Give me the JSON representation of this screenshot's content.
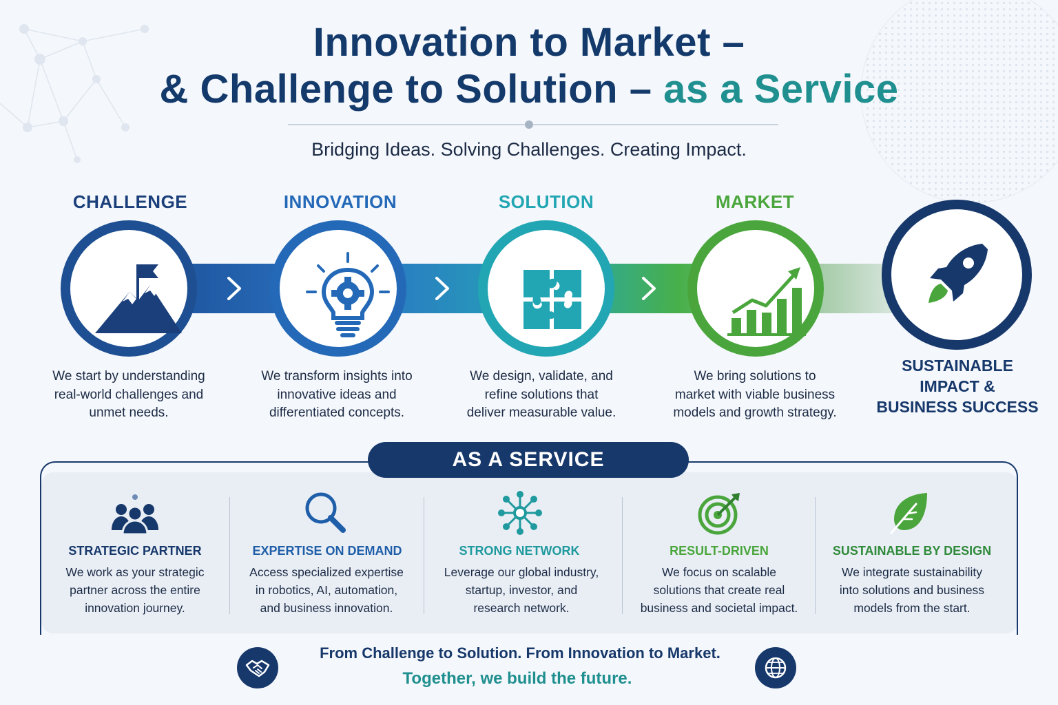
{
  "header": {
    "title_line1": "Innovation to Market –",
    "title_line2_main": "& Challenge to Solution –",
    "title_line2_accent": "as a Service",
    "tagline": "Bridging Ideas. Solving Challenges. Creating Impact."
  },
  "process": {
    "steps": [
      {
        "label": "CHALLENGE",
        "icon": "mountain-flag-icon",
        "color": "#1b3f7a",
        "description": [
          "We start by understanding",
          "real-world challenges and",
          "unmet needs."
        ]
      },
      {
        "label": "INNOVATION",
        "icon": "lightbulb-gear-icon",
        "color": "#2469b8",
        "description": [
          "We transform insights into",
          "innovative ideas and",
          "differentiated concepts."
        ]
      },
      {
        "label": "SOLUTION",
        "icon": "puzzle-icon",
        "color": "#22a6b3",
        "description": [
          "We design, validate, and",
          "refine solutions that",
          "deliver measurable value."
        ]
      },
      {
        "label": "MARKET",
        "icon": "growth-chart-icon",
        "color": "#4aa63c",
        "description": [
          "We bring solutions to",
          "market with viable business",
          "models and growth strategy."
        ]
      }
    ],
    "outcome": {
      "icon": "rocket-icon",
      "label_lines": [
        "SUSTAINABLE",
        "IMPACT &",
        "BUSINESS SUCCESS"
      ]
    }
  },
  "service": {
    "heading": "AS A SERVICE",
    "items": [
      {
        "title": "STRATEGIC PARTNER",
        "icon": "people-group-icon",
        "color": "#17386b",
        "description": [
          "We work as your strategic",
          "partner across the entire",
          "innovation journey."
        ]
      },
      {
        "title": "EXPERTISE ON DEMAND",
        "icon": "magnifier-icon",
        "color": "#1f5ea8",
        "description": [
          "Access specialized expertise",
          "in robotics, AI, automation,",
          "and business innovation."
        ]
      },
      {
        "title": "STRONG NETWORK",
        "icon": "network-icon",
        "color": "#1f9a9e",
        "description": [
          "Leverage our global industry,",
          "startup, investor, and",
          "research network."
        ]
      },
      {
        "title": "RESULT-DRIVEN",
        "icon": "target-icon",
        "color": "#4aa63c",
        "description": [
          "We focus on scalable",
          "solutions that create real",
          "business and societal impact."
        ]
      },
      {
        "title": "SUSTAINABLE BY DESIGN",
        "icon": "leaf-icon",
        "color": "#2f8a3a",
        "description": [
          "We integrate sustainability",
          "into solutions and business",
          "models from the start."
        ]
      }
    ]
  },
  "footer": {
    "line1": "From Challenge to Solution. From Innovation to Market.",
    "line2": "Together, we build the future.",
    "icons": [
      "handshake-icon",
      "globe-icon"
    ]
  }
}
